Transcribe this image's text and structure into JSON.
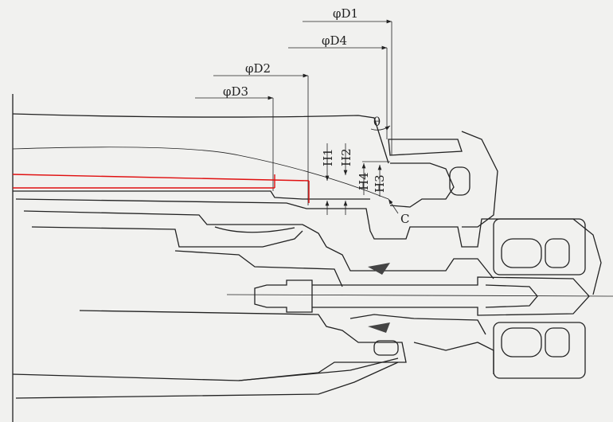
{
  "labels": {
    "d1": "φD1",
    "d4": "φD4",
    "d2": "φD2",
    "d3": "φD3",
    "theta": "θ",
    "h1": "H1",
    "h2": "H2",
    "h4": "H4",
    "h3": "H3",
    "c": "C"
  },
  "colors": {
    "line": "#222222",
    "highlight": "#e01010",
    "paper": "#f1f1ef"
  }
}
